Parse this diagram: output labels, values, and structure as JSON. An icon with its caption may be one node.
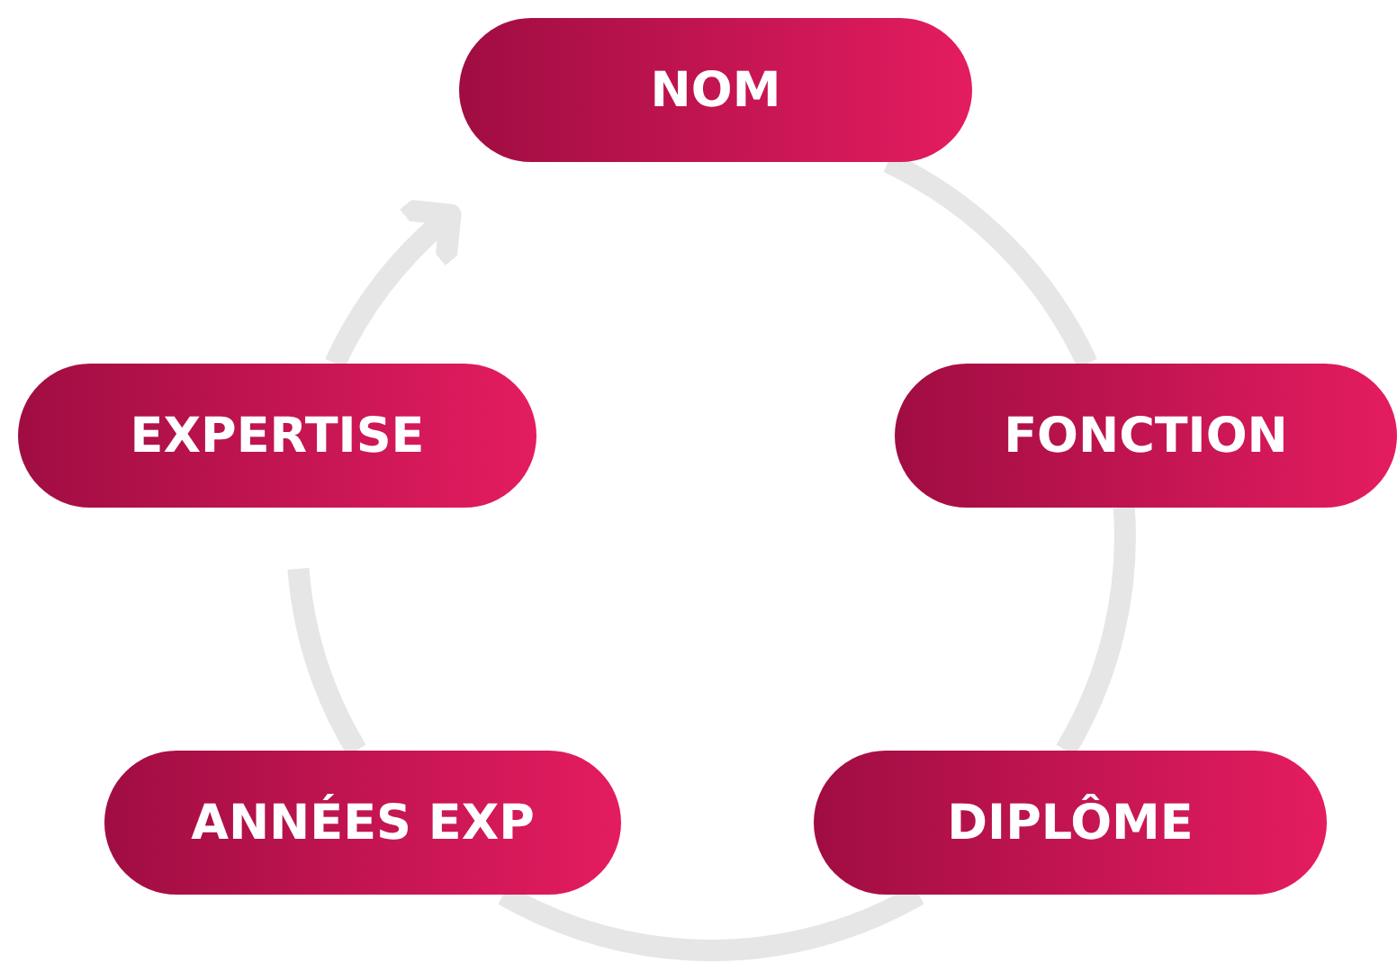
{
  "diagram": {
    "nodes": [
      {
        "text": [
          "NOM"
        ]
      },
      {
        "text": [
          "FONCTION"
        ]
      },
      {
        "text": [
          "DIPLÔME"
        ]
      },
      {
        "text": [
          "ANNÉES EXP"
        ]
      },
      {
        "text": [
          "EXPERTISE"
        ]
      }
    ],
    "edges": [
      {
        "from": 0,
        "to": 1,
        "arrow": "none"
      },
      {
        "from": 1,
        "to": 2,
        "arrow": "none"
      },
      {
        "from": 2,
        "to": 3,
        "arrow": "none"
      },
      {
        "from": 3,
        "to": 4,
        "arrow": "none"
      },
      {
        "from": 4,
        "to": 0,
        "arrow": "to"
      }
    ]
  }
}
